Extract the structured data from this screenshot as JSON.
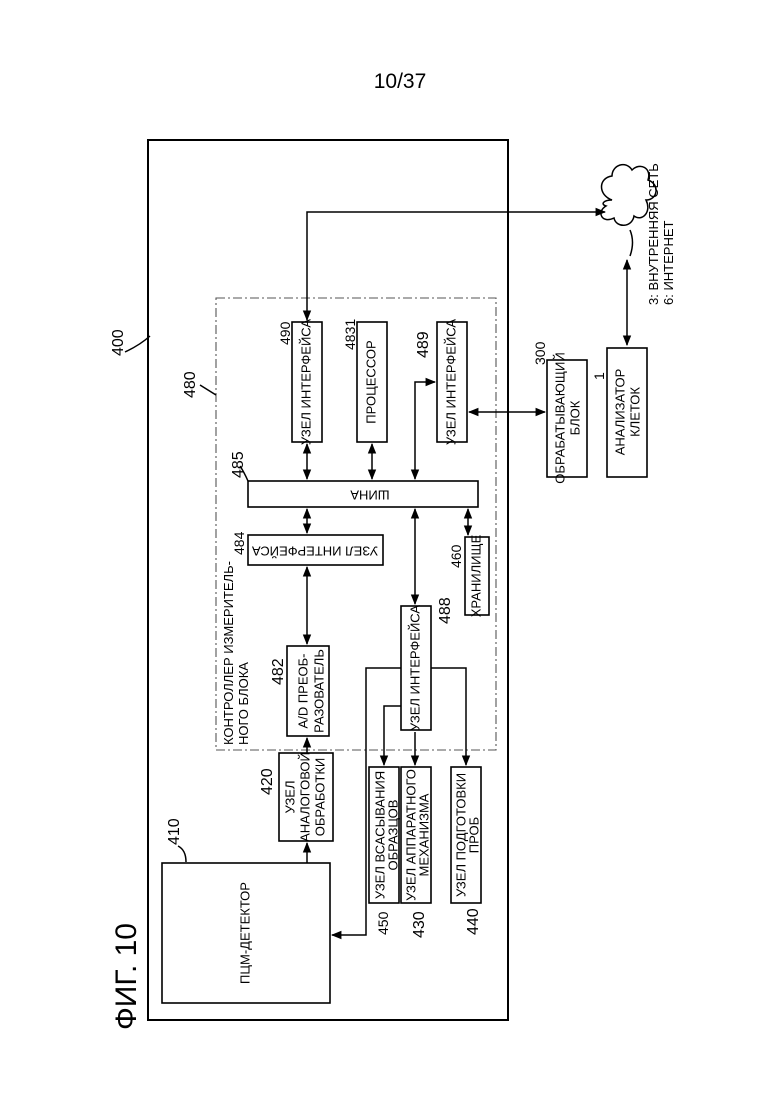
{
  "page_number": "10/37",
  "figure_label": "ФИГ. 10",
  "refs": {
    "r400": "400",
    "r480": "480",
    "r485": "485",
    "r490": "490",
    "r4831": "4831",
    "r489": "489",
    "r484": "484",
    "r482": "482",
    "r488": "488",
    "r460": "460",
    "r420": "420",
    "r410": "410",
    "r450": "450",
    "r430": "430",
    "r440": "440",
    "r300": "300",
    "r1": "1"
  },
  "blocks": {
    "interface_490": "УЗЕЛ ИНТЕРФЕЙСА",
    "processor": "ПРОЦЕССОР",
    "interface_489": "УЗЕЛ ИНТЕРФЕЙСА",
    "bus": "ШИНА",
    "interface_484": "УЗЕЛ ИНТЕРФЕЙСА",
    "ad_line1": "A/D ПРЕОБ-",
    "ad_line2": "РАЗОВАТЕЛЬ",
    "interface_488": "УЗЕЛ ИНТЕРФЕЙСА",
    "storage": "ХРАНИЛИЩЕ",
    "analog_line1": "УЗЕЛ",
    "analog_line2": "АНАЛОГОВОЙ",
    "analog_line3": "ОБРАБОТКИ",
    "controller_line1": "КОНТРОЛЛЕР ИЗМЕРИТЕЛЬ-",
    "controller_line2": "НОГО БЛОКА",
    "detector": "ПЦМ-ДЕТЕКТОР",
    "suction_line1": "УЗЕЛ ВСАСЫВАНИЯ",
    "suction_line2": "ОБРАЗЦОВ",
    "apparatus_line1": "УЗЕЛ АППАРАТНОГО",
    "apparatus_line2": "МЕХАНИЗМА",
    "prep_line1": "УЗЕЛ ПОДГОТОВКИ",
    "prep_line2": "ПРОБ",
    "processing_line1": "ОБРАБАТЫВАЮЩИЙ",
    "processing_line2": "БЛОК",
    "analyzer_line1": "АНАЛИЗАТОР",
    "analyzer_line2": "КЛЕТОК"
  },
  "network": {
    "line1": "3: ВНУТРЕННЯЯ СЕТЬ",
    "line2": "6: ИНТЕРНЕТ"
  }
}
